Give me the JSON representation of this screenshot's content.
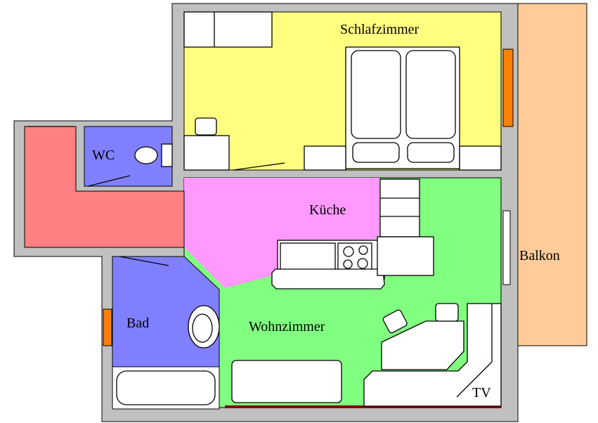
{
  "rooms": {
    "bedroom": "Schlafzimmer",
    "wc": "WC",
    "kitchen": "Küche",
    "balcony": "Balkon",
    "bathroom": "Bad",
    "living": "Wohnzimmer",
    "tv": "TV"
  },
  "colors": {
    "wall": "#C0C0C0",
    "bedroom": "#FFFF80",
    "kitchen": "#FF99FF",
    "living": "#80FF80",
    "hall": "#FF8080",
    "wet": "#8080FF",
    "balcony": "#FFCC99",
    "window": "#FF8000",
    "baseboard": "#800000"
  }
}
